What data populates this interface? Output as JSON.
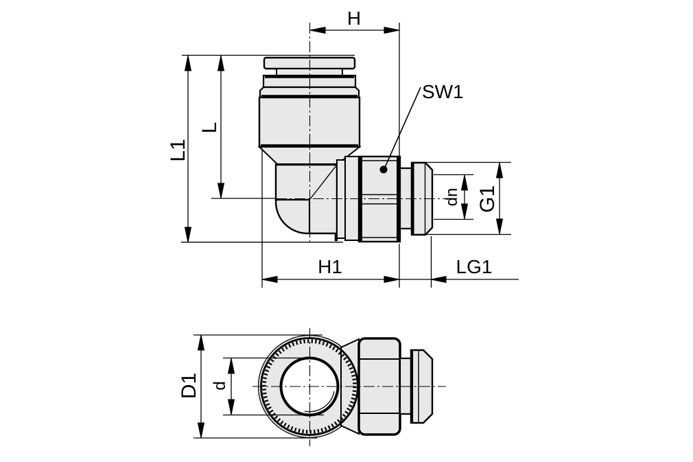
{
  "drawing": {
    "type": "technical-dimension-drawing",
    "subject": "pneumatic push-in elbow fitting, male thread",
    "background_color": "#ffffff",
    "line_color": "#000000",
    "part_fill_color": "#e8e8e8",
    "views": {
      "side_view": {
        "name": "side elevation view",
        "labels": {
          "h": "H",
          "l1": "L1",
          "l": "L",
          "sw1": "SW1",
          "dn": "dn",
          "g1": "G1",
          "h1": "H1",
          "lg1": "LG1"
        }
      },
      "top_view": {
        "name": "bottom / axial view",
        "labels": {
          "d1": "D1",
          "d": "d"
        }
      }
    }
  }
}
